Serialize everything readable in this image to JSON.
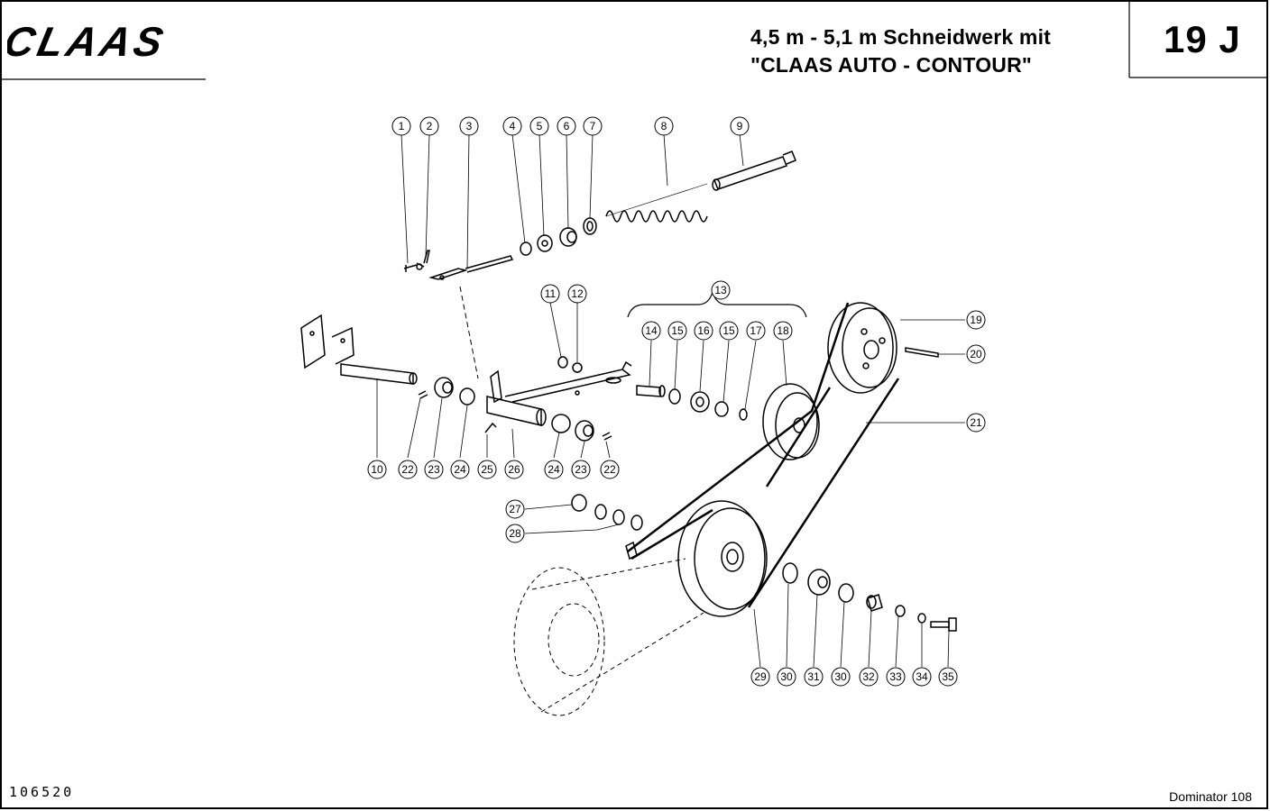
{
  "brand": {
    "logo_text": "CLAAS"
  },
  "header": {
    "title_line1": "4,5 m - 5,1 m Schneidwerk mit",
    "title_line2": "\"CLAAS AUTO - CONTOUR\"",
    "page_code": "19 J"
  },
  "footer": {
    "doc_number": "106520",
    "model": "Dominator 108"
  },
  "callouts": [
    {
      "label": "1"
    },
    {
      "label": "2"
    },
    {
      "label": "3"
    },
    {
      "label": "4"
    },
    {
      "label": "5"
    },
    {
      "label": "6"
    },
    {
      "label": "7"
    },
    {
      "label": "8"
    },
    {
      "label": "9"
    },
    {
      "label": "10"
    },
    {
      "label": "11"
    },
    {
      "label": "12"
    },
    {
      "label": "13"
    },
    {
      "label": "14"
    },
    {
      "label": "15"
    },
    {
      "label": "16"
    },
    {
      "label": "15"
    },
    {
      "label": "17"
    },
    {
      "label": "18"
    },
    {
      "label": "19"
    },
    {
      "label": "20"
    },
    {
      "label": "21"
    },
    {
      "label": "22"
    },
    {
      "label": "23"
    },
    {
      "label": "24"
    },
    {
      "label": "25"
    },
    {
      "label": "26"
    },
    {
      "label": "24"
    },
    {
      "label": "23"
    },
    {
      "label": "22"
    },
    {
      "label": "27"
    },
    {
      "label": "28"
    },
    {
      "label": "29"
    },
    {
      "label": "30"
    },
    {
      "label": "31"
    },
    {
      "label": "30"
    },
    {
      "label": "32"
    },
    {
      "label": "33"
    },
    {
      "label": "34"
    },
    {
      "label": "35"
    }
  ]
}
